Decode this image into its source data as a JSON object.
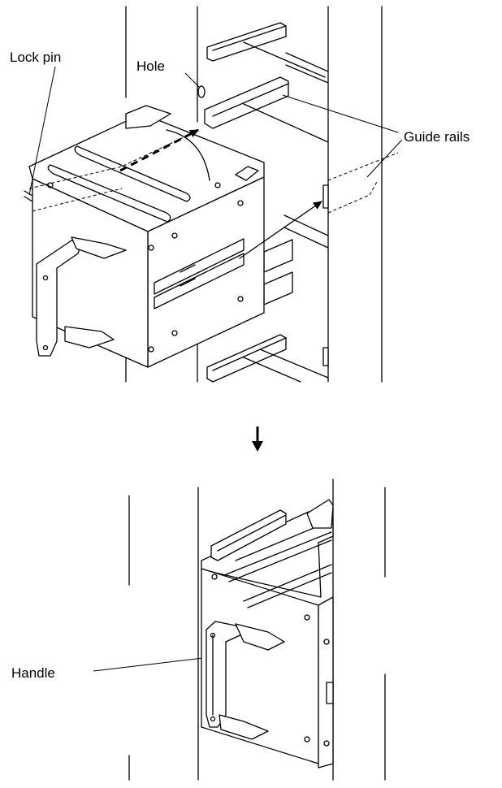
{
  "labels": {
    "lock_pin": "Lock pin",
    "hole": "Hole",
    "guide_rails": "Guide rails",
    "handle": "Handle"
  },
  "icons": {
    "transition_arrow": "arrow-down-icon"
  }
}
